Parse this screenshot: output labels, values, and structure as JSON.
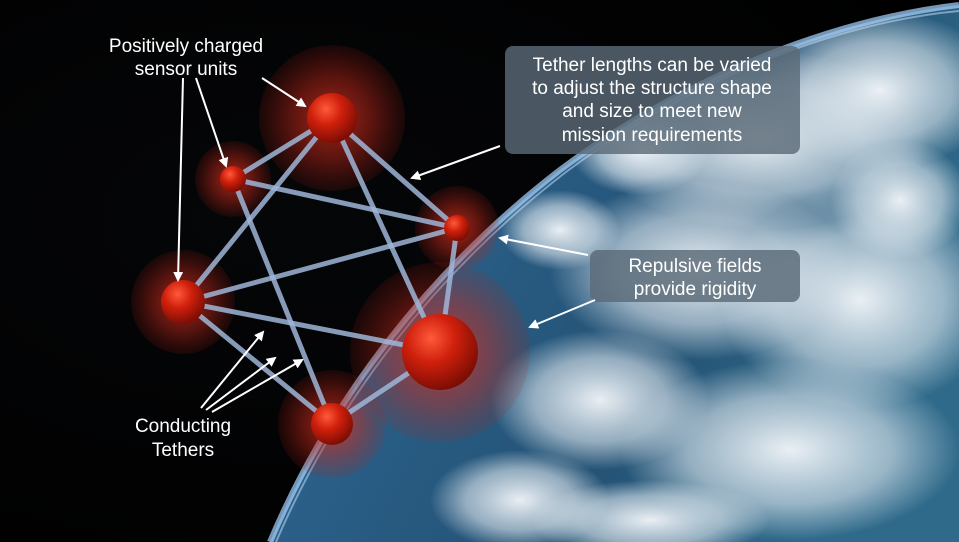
{
  "labels": {
    "sensor_units_line1": "Positively charged",
    "sensor_units_line2": "sensor units",
    "tether_lengths_line1": "Tether lengths can be varied",
    "tether_lengths_line2": "to adjust the structure shape",
    "tether_lengths_line3": "and size to meet new",
    "tether_lengths_line4": "mission requirements",
    "repulsive_line1": "Repulsive fields",
    "repulsive_line2": "provide rigidity",
    "tethers_line1": "Conducting",
    "tethers_line2": "Tethers"
  },
  "colors": {
    "space": "#000000",
    "ocean": "#2c5f86",
    "sensor_core": "#d21e0a",
    "field_glow": "#e03020",
    "tether": "#9fb6d8",
    "callout_box": "#5a6a78",
    "arrow": "#ffffff"
  }
}
